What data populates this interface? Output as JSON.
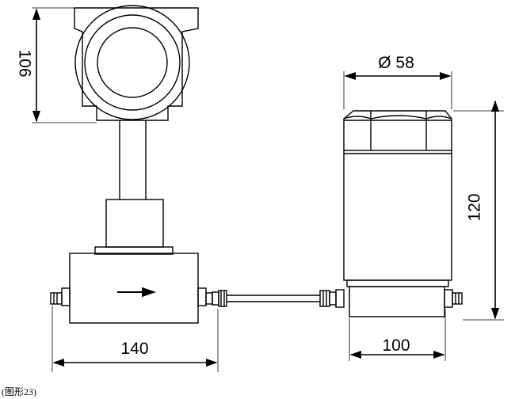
{
  "dimensions": {
    "head_height": "106",
    "housing_diameter": "Ø 58",
    "housing_height": "120",
    "body_length": "140",
    "housing_length": "100"
  },
  "caption": "(图形23)",
  "colors": {
    "stroke": "#000000",
    "arrow": "#000000",
    "background": "#ffffff"
  }
}
